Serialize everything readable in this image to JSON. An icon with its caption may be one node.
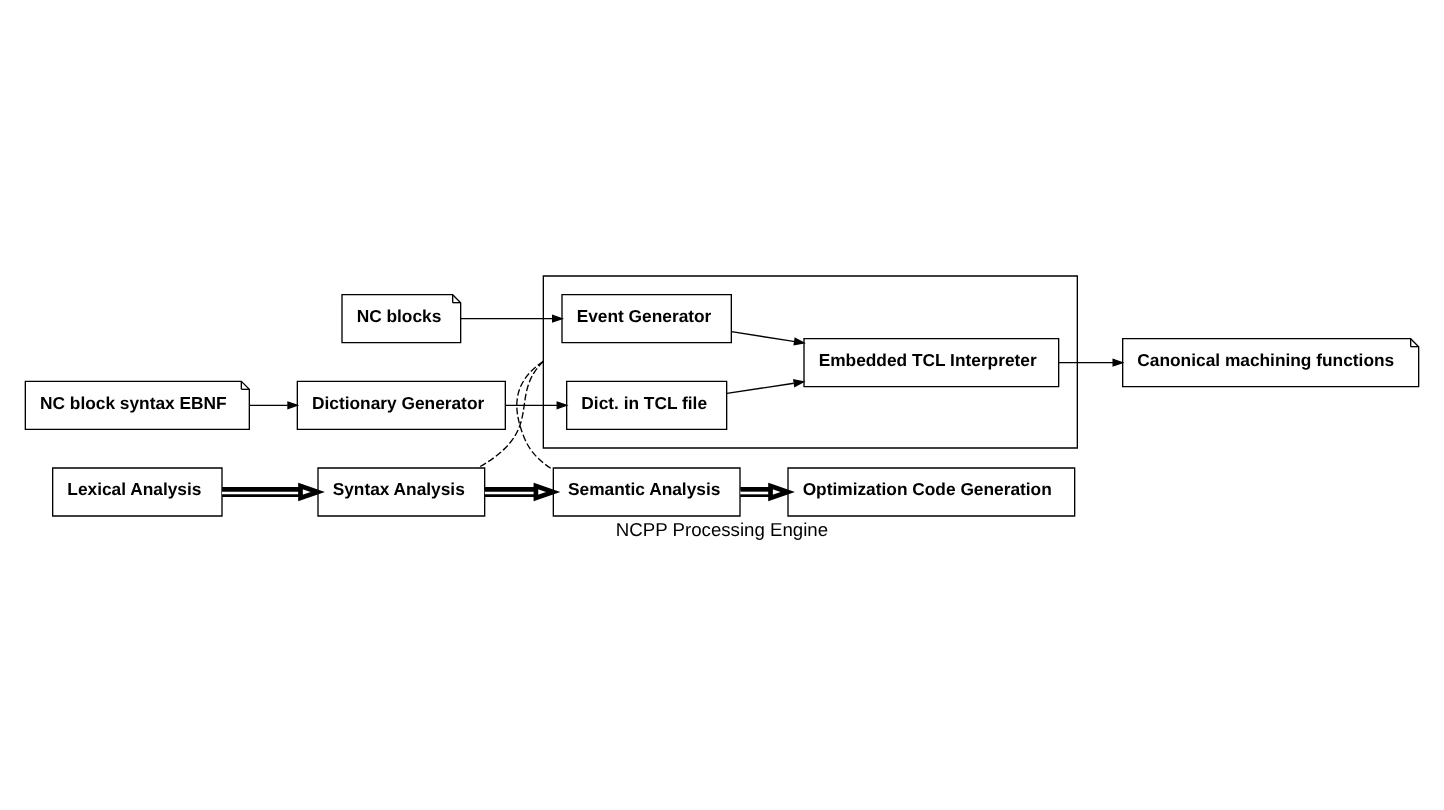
{
  "diagram": {
    "caption": "NCPP Processing Engine",
    "nodes": [
      {
        "text": [
          "NC blocks"
        ]
      },
      {
        "text": [
          "NC block syntax EBNF"
        ]
      },
      {
        "text": [
          "Dictionary Generator"
        ]
      },
      {
        "text": [],
        "shape": "box"
      },
      {
        "text": [
          "Event Generator"
        ],
        "in": 3
      },
      {
        "text": [
          "Dict. in TCL file"
        ],
        "in": 3
      },
      {
        "text": [
          "Embedded TCL Interpreter"
        ],
        "in": 3
      },
      {
        "text": [
          "Canonical machining functions"
        ]
      },
      {
        "text": [
          "Lexical Analysis"
        ]
      },
      {
        "text": [
          "Syntax Analysis"
        ]
      },
      {
        "text": [
          "Semantic Analysis"
        ]
      },
      {
        "text": [
          "Optimization Code Generation"
        ]
      }
    ],
    "edges": [
      {
        "from": 0,
        "to": 4,
        "arrow": "to"
      },
      {
        "from": 1,
        "to": 2,
        "arrow": "to"
      },
      {
        "from": 2,
        "to": 5,
        "arrow": "to"
      },
      {
        "from": 4,
        "to": 6,
        "arrow": "to"
      },
      {
        "from": 5,
        "to": 6,
        "arrow": "to"
      },
      {
        "from": 6,
        "to": 7,
        "arrow": "to"
      },
      {
        "from": 3,
        "to": 9,
        "arrow": "none",
        "style": "dashed"
      },
      {
        "from": 3,
        "to": 10,
        "arrow": "none",
        "style": "dashed"
      },
      {
        "from": 8,
        "to": 9,
        "arrow": "to",
        "style": "thick"
      },
      {
        "from": 9,
        "to": 10,
        "arrow": "to",
        "style": "thick"
      },
      {
        "from": 10,
        "to": 11,
        "arrow": "to",
        "style": "thick"
      }
    ]
  }
}
